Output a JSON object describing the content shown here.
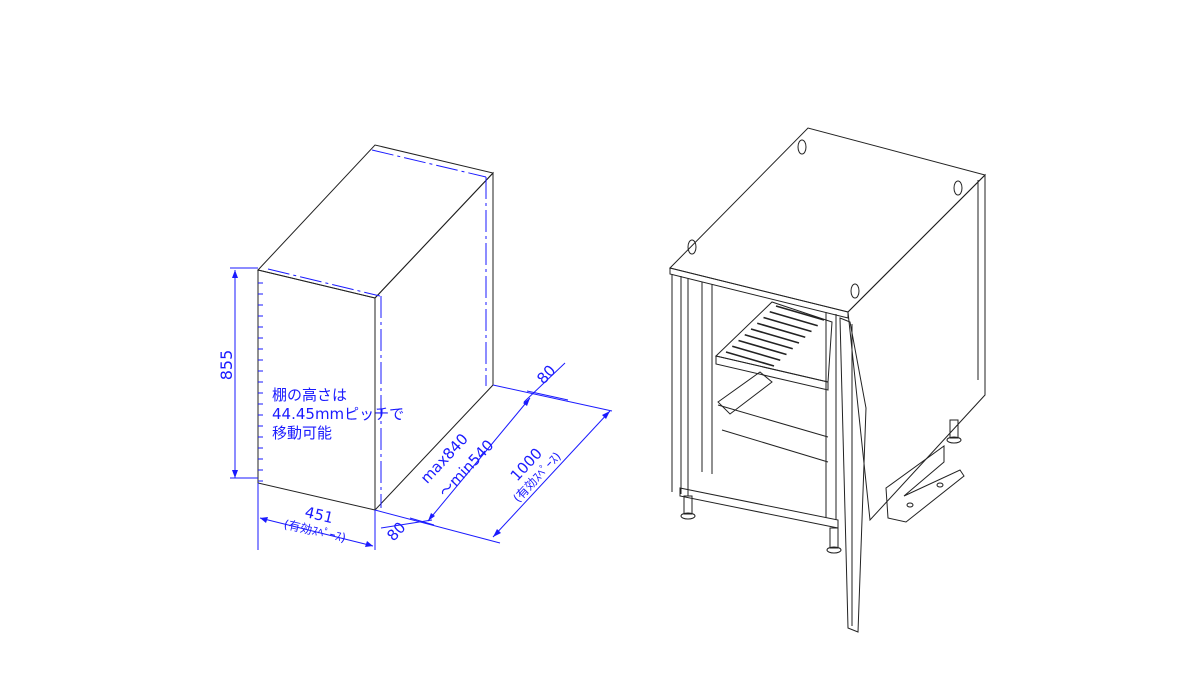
{
  "dimensions": {
    "height": "855",
    "depth_rail": "max840",
    "depth_rail_min": "～min540",
    "depth_total": "1000",
    "depth_total_note": "(有効ｽﾍﾟｰｽ)",
    "width": "451",
    "width_note": "(有効ｽﾍﾟｰｽ)",
    "front_offset": "80",
    "rear_offset": "80"
  },
  "note": {
    "line1": "棚の高さは",
    "line2": "44.45mmピッチで",
    "line3": "移動可能"
  },
  "colors": {
    "dimension": "#1a1aff",
    "outline": "#222222"
  }
}
